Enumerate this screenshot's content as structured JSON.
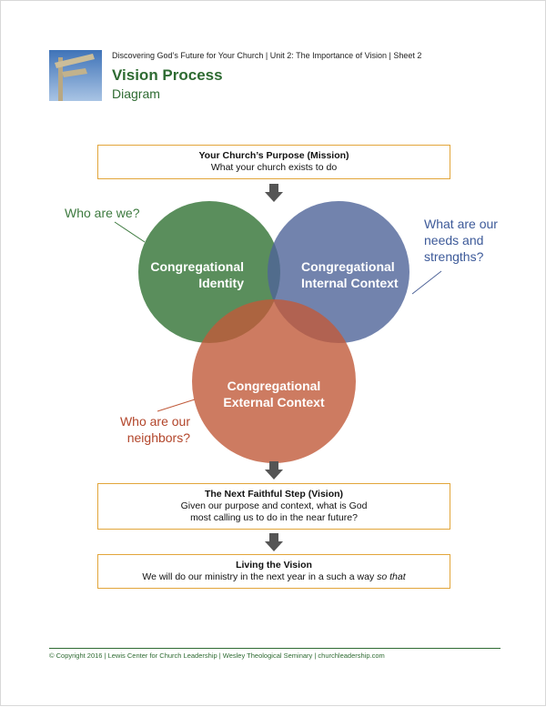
{
  "header": {
    "course_line": "Discovering God’s Future for Your Church | Unit 2: The Importance of Vision | Sheet 2",
    "title": "Vision Process",
    "subtitle": "Diagram",
    "image_name": "signpost-photo"
  },
  "purpose_box": {
    "heading": "Your Church’s Purpose (Mission)",
    "text": "What your church exists to do"
  },
  "venn": {
    "identity": {
      "line1": "Congregational",
      "line2": "Identity",
      "color": "#3d7a3f"
    },
    "internal": {
      "line1": "Congregational",
      "line2": "Internal Context",
      "color": "#4f6499"
    },
    "external": {
      "line1": "Congregational",
      "line2": "External Context",
      "color": "#c05a3a"
    }
  },
  "questions": {
    "who_are_we": "Who are we?",
    "needs_line1": "What are our",
    "needs_line2": "needs and",
    "needs_line3": "strengths?",
    "neighbors_line1": "Who are our",
    "neighbors_line2": "neighbors?"
  },
  "next_step_box": {
    "heading": "The Next Faithful Step (Vision)",
    "line1": "Given our purpose and context, what is God",
    "line2": "most calling us to do in the near future?"
  },
  "living_box": {
    "heading": "Living the Vision",
    "text": "We will do our ministry in the next year in a such a way ",
    "text_emphasis": "so that"
  },
  "footer": {
    "text": "© Copyright 2016 | Lewis Center for Church Leadership | Wesley Theological Seminary | churchleadership.com"
  },
  "colors": {
    "accent_green": "#2e6b32",
    "box_border": "#e2a53a",
    "arrow": "#555555"
  }
}
